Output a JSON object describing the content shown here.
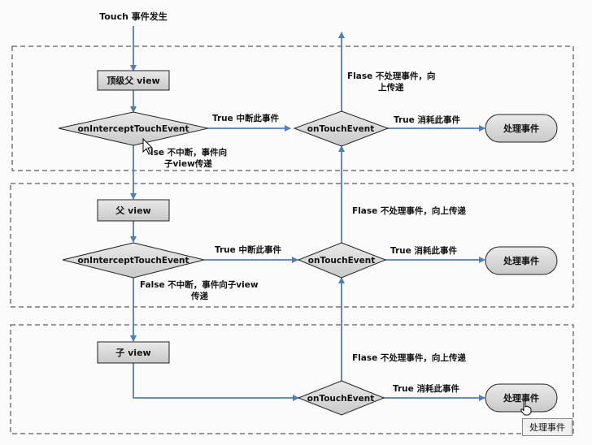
{
  "start_label": "Touch 事件发生",
  "layers": [
    {
      "view_label": "顶级父  view",
      "intercept_label": "onInterceptTouchEvent",
      "intercept_true_label": "True  中断此事件",
      "intercept_false_lines": [
        "lse  不中断，事件向",
        "子view传递"
      ],
      "ontouch_label": "onTouchEvent",
      "ontouch_true_label": "True  消耗此事件",
      "ontouch_false_lines": [
        "Flase  不处理事件，向",
        "上传递"
      ],
      "handle_label": "处理事件"
    },
    {
      "view_label": "父  view",
      "intercept_label": "onInterceptTouchEvent",
      "intercept_true_label": "True  中断此事件",
      "intercept_false_lines": [
        "False  不中断，事件向子view",
        "传递"
      ],
      "ontouch_label": "onTouchEvent",
      "ontouch_true_label": "True  消耗此事件",
      "ontouch_false_lines": [
        "Flase  不处理事件，向上传递"
      ],
      "handle_label": "处理事件"
    },
    {
      "view_label": "子  view",
      "ontouch_label": "onTouchEvent",
      "ontouch_true_label": "True  消耗此事件",
      "ontouch_false_lines": [
        "Flase  不处理事件，向上传递"
      ],
      "handle_label": "处理事件"
    }
  ],
  "tooltip": "处理事件",
  "colors": {
    "arrow": "#4f7fb8",
    "box_fill": "#d7d7d7",
    "stroke": "#222222",
    "dash": "#333333",
    "background": "#fbfbfb"
  }
}
